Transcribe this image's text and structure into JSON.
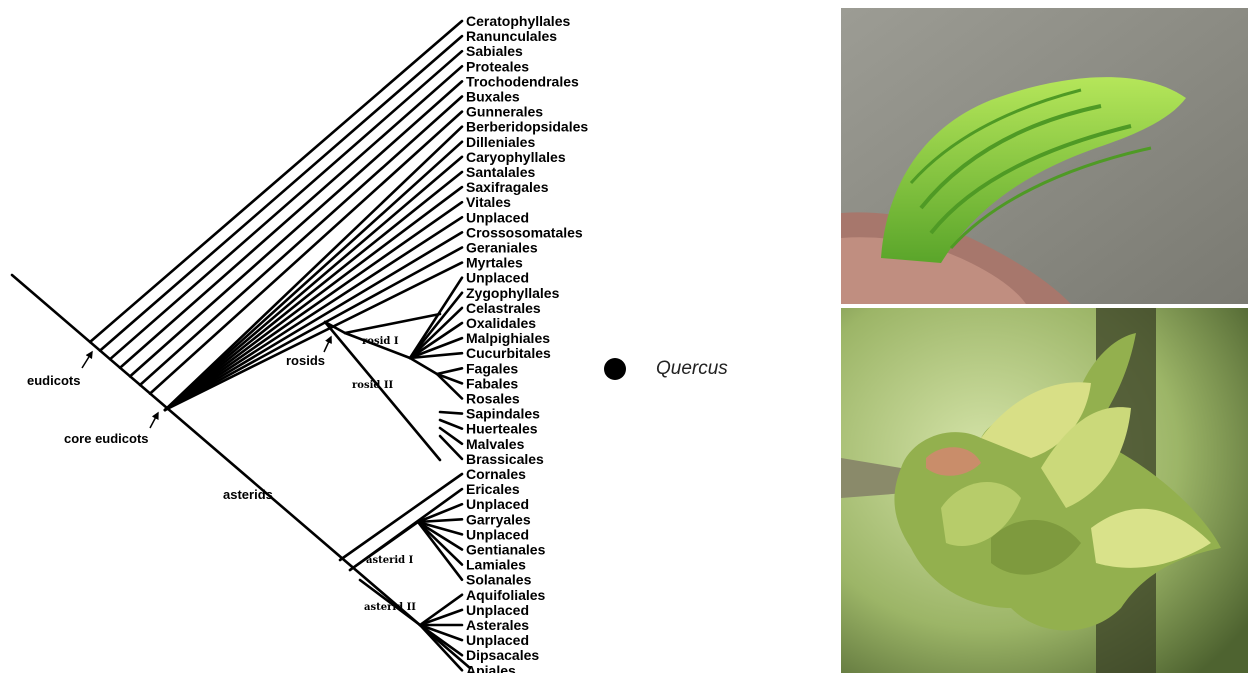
{
  "orders": [
    "Ceratophyllales",
    "Ranunculales",
    "Sabiales",
    "Proteales",
    "Trochodendrales",
    "Buxales",
    "Gunnerales",
    "Berberidopsidales",
    "Dilleniales",
    "Caryophyllales",
    "Santalales",
    "Saxifragales",
    "Vitales",
    "Unplaced",
    "Crossosomatales",
    "Geraniales",
    "Myrtales",
    "Unplaced",
    "Zygophyllales",
    "Celastrales",
    "Oxalidales",
    "Malpighiales",
    "Cucurbitales",
    "Fagales",
    "Fabales",
    "Rosales",
    "Sapindales",
    "Huerteales",
    "Malvales",
    "Brassicales",
    "Cornales",
    "Ericales",
    "Unplaced",
    "Garryales",
    "Unplaced",
    "Gentianales",
    "Lamiales",
    "Solanales",
    "Aquifoliales",
    "Unplaced",
    "Asterales",
    "Unplaced",
    "Dipsacales",
    "Apiales"
  ],
  "clades": {
    "eudicots": "eudicots",
    "core_eudicots": "core eudicots",
    "rosids": "rosids",
    "rosid_1": "rosid I",
    "rosid_2": "rosid II",
    "asterids": "asterids",
    "asterid_1": "asterid I",
    "asterid_2": "asterid II"
  },
  "legend": {
    "label": "Quercus",
    "marker_color": "#000000"
  },
  "photos": [
    {
      "name": "young-oak-leaf-photo",
      "colors": {
        "leaf": "#8ccf3c",
        "background": "#8e8d86",
        "finger": "#b07e74"
      }
    },
    {
      "name": "oak-bud-unfolding-photo",
      "colors": {
        "leaf": "#c9d97a",
        "background": "#a5bd6f",
        "dark": "#3a4a22"
      }
    }
  ]
}
